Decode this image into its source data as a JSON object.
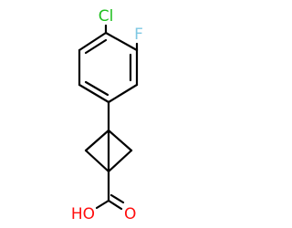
{
  "molecule": {
    "atoms": {
      "cl": {
        "label": "Cl",
        "color": "#1fbf1f"
      },
      "f": {
        "label": "F",
        "color": "#7ec8e3"
      },
      "oh": {
        "label": "HO",
        "color": "#ff0d0d"
      },
      "o": {
        "label": "O",
        "color": "#ff0d0d"
      }
    },
    "bond_color": "#000000",
    "background": "#ffffff"
  }
}
